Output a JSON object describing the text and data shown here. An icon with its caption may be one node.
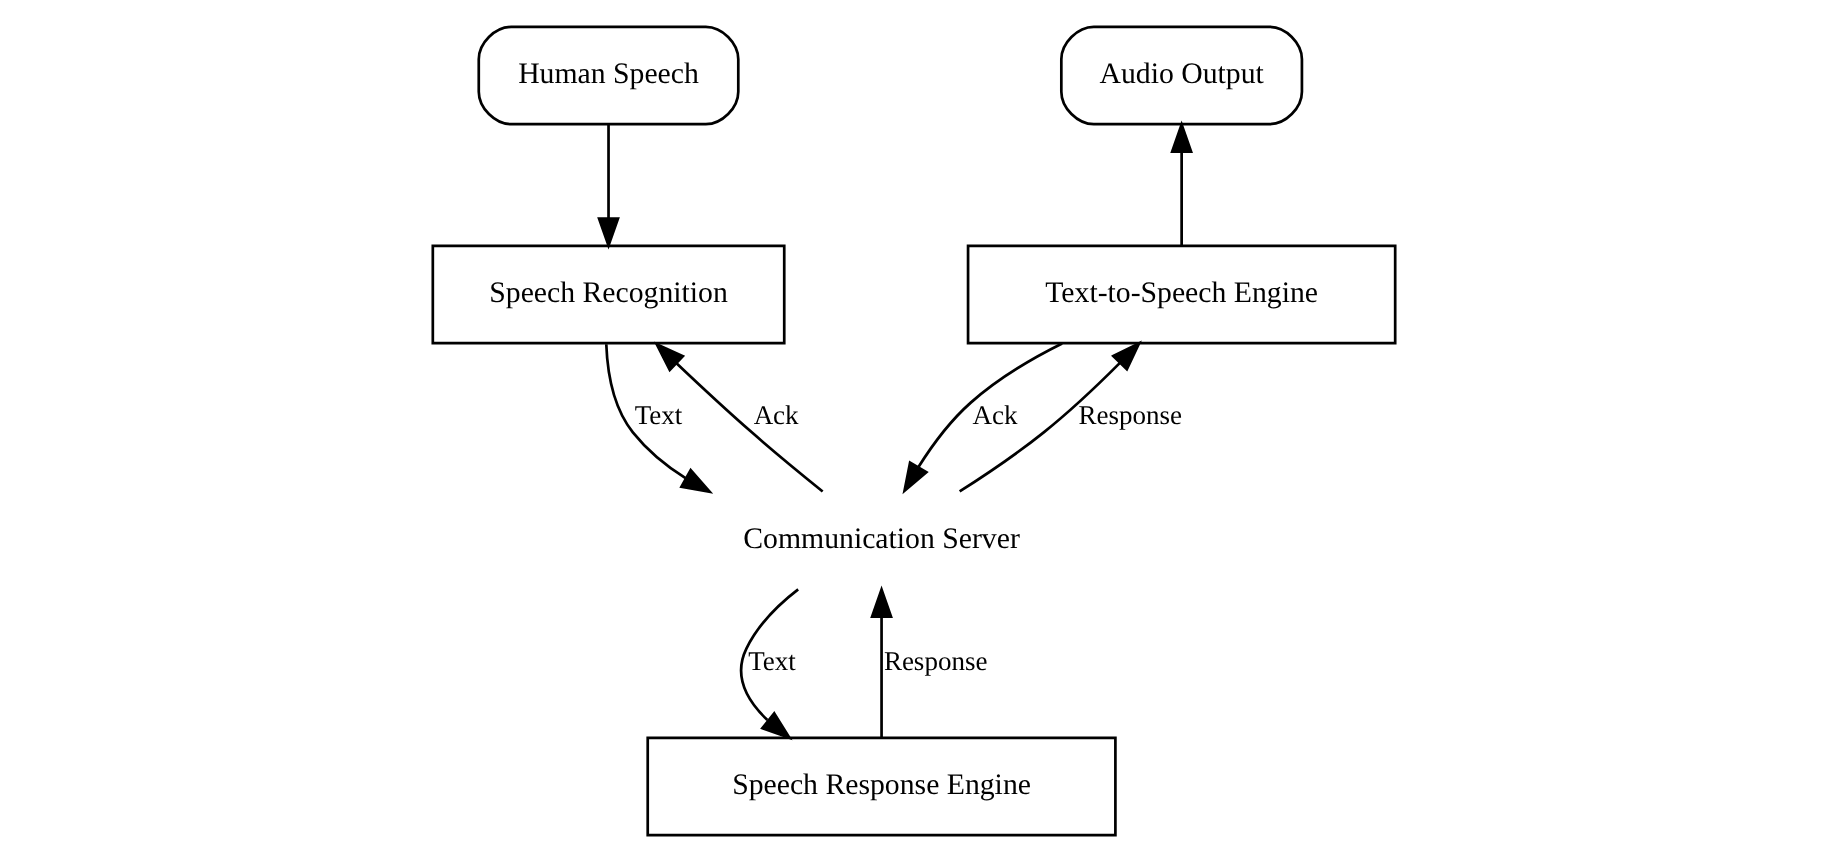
{
  "diagram": {
    "nodes": [
      {
        "text": [
          "Human Speech"
        ]
      },
      {
        "text": [
          "Speech Recognition"
        ]
      },
      {
        "text": [
          "Communication Server"
        ]
      },
      {
        "text": [
          "Text-to-Speech Engine"
        ]
      },
      {
        "text": [
          "Audio Output"
        ]
      },
      {
        "text": [
          "Speech Response Engine"
        ]
      }
    ],
    "edges": [
      {
        "from": 0,
        "to": 1,
        "arrow": "to"
      },
      {
        "from": 2,
        "to": 1,
        "arrow": "to",
        "label": "Ack"
      },
      {
        "from": 1,
        "to": 2,
        "arrow": "to",
        "label": "Text"
      },
      {
        "from": 3,
        "to": 2,
        "arrow": "to",
        "label": "Ack"
      },
      {
        "from": 2,
        "to": 3,
        "arrow": "to",
        "label": "Response"
      },
      {
        "from": 3,
        "to": 4,
        "arrow": "to"
      },
      {
        "from": 2,
        "to": 5,
        "arrow": "to",
        "label": "Text"
      },
      {
        "from": 5,
        "to": 2,
        "arrow": "to",
        "label": "Response"
      }
    ]
  }
}
